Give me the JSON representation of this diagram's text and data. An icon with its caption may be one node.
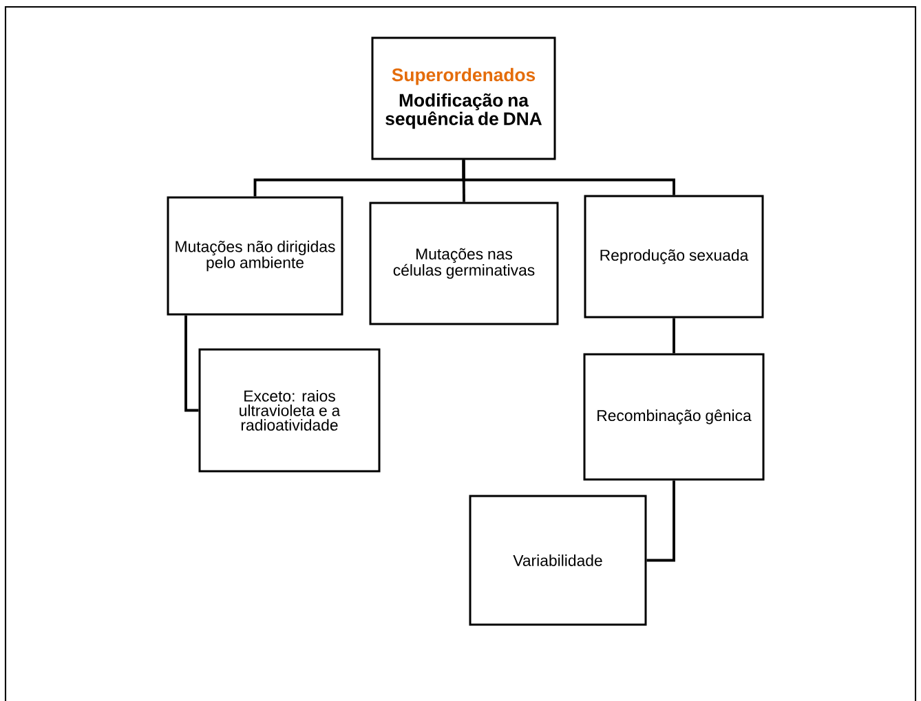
{
  "diagram": {
    "nodes": [
      {
        "text": [
          "Superordenados",
          "Modificação na sequência de DNA"
        ]
      },
      {
        "text": [
          "Mutações não dirigidas pelo ambiente"
        ]
      },
      {
        "text": [
          "Mutações nas células germinativas"
        ]
      },
      {
        "text": [
          "Reprodução sexuada"
        ]
      },
      {
        "text": [
          "Exceto: raios ultravioleta e a radioatividade"
        ]
      },
      {
        "text": [
          "Recombinação gênica"
        ]
      },
      {
        "text": [
          "Variabilidade"
        ]
      }
    ],
    "edges": [
      {
        "from": 0,
        "to": 1,
        "arrow": "none"
      },
      {
        "from": 0,
        "to": 2,
        "arrow": "none"
      },
      {
        "from": 0,
        "to": 3,
        "arrow": "none"
      },
      {
        "from": 1,
        "to": 4,
        "arrow": "none"
      },
      {
        "from": 3,
        "to": 5,
        "arrow": "none"
      },
      {
        "from": 5,
        "to": 6,
        "arrow": "none"
      }
    ]
  }
}
